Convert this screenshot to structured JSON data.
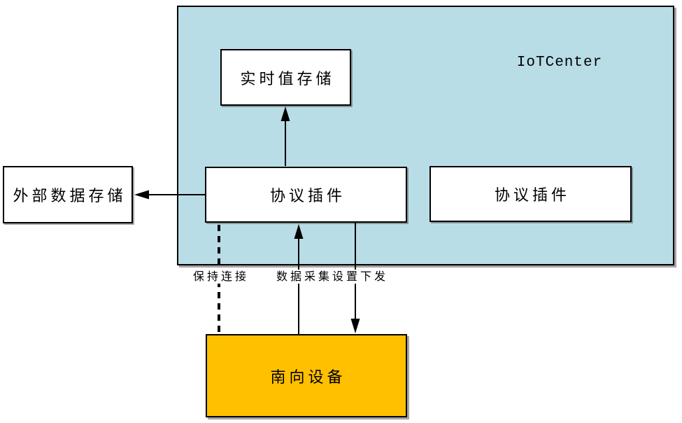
{
  "diagram": {
    "container_label": "IoTCenter",
    "nodes": {
      "realtime_storage": {
        "label": "实时值存储"
      },
      "plugin_left": {
        "label": "协议插件"
      },
      "plugin_right": {
        "label": "协议插件"
      },
      "external_storage": {
        "label": "外部数据存储"
      },
      "south_device": {
        "label": "南向设备"
      }
    },
    "edge_labels": {
      "keep_connection": "保持连接",
      "data_collection": "数据采集",
      "setting_dispatch": "设置下发"
    },
    "colors": {
      "container_fill": "#b9dde6",
      "south_device_fill": "#ffc000",
      "node_fill": "#ffffff",
      "line_color": "#000000"
    }
  }
}
